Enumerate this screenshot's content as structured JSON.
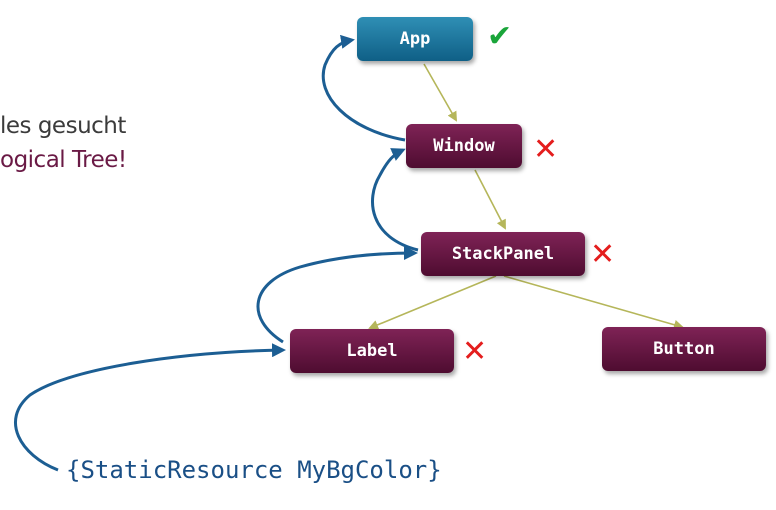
{
  "text": {
    "line1": "les gesucht",
    "line2": "ogical Tree!",
    "code": "{StaticResource MyBgColor}"
  },
  "nodes": {
    "app": "App",
    "window": "Window",
    "stackpanel": "StackPanel",
    "label": "Label",
    "button": "Button"
  },
  "marks": {
    "app": "✔",
    "window": "✕",
    "stackpanel": "✕",
    "label": "✕"
  },
  "colors": {
    "node_blue": "#1a75a0",
    "node_purple": "#661443",
    "tree_edge": "#b5b65a",
    "lookup_arrow": "#1c5e93",
    "check": "#1aa53a",
    "cross": "#e41d1d"
  }
}
